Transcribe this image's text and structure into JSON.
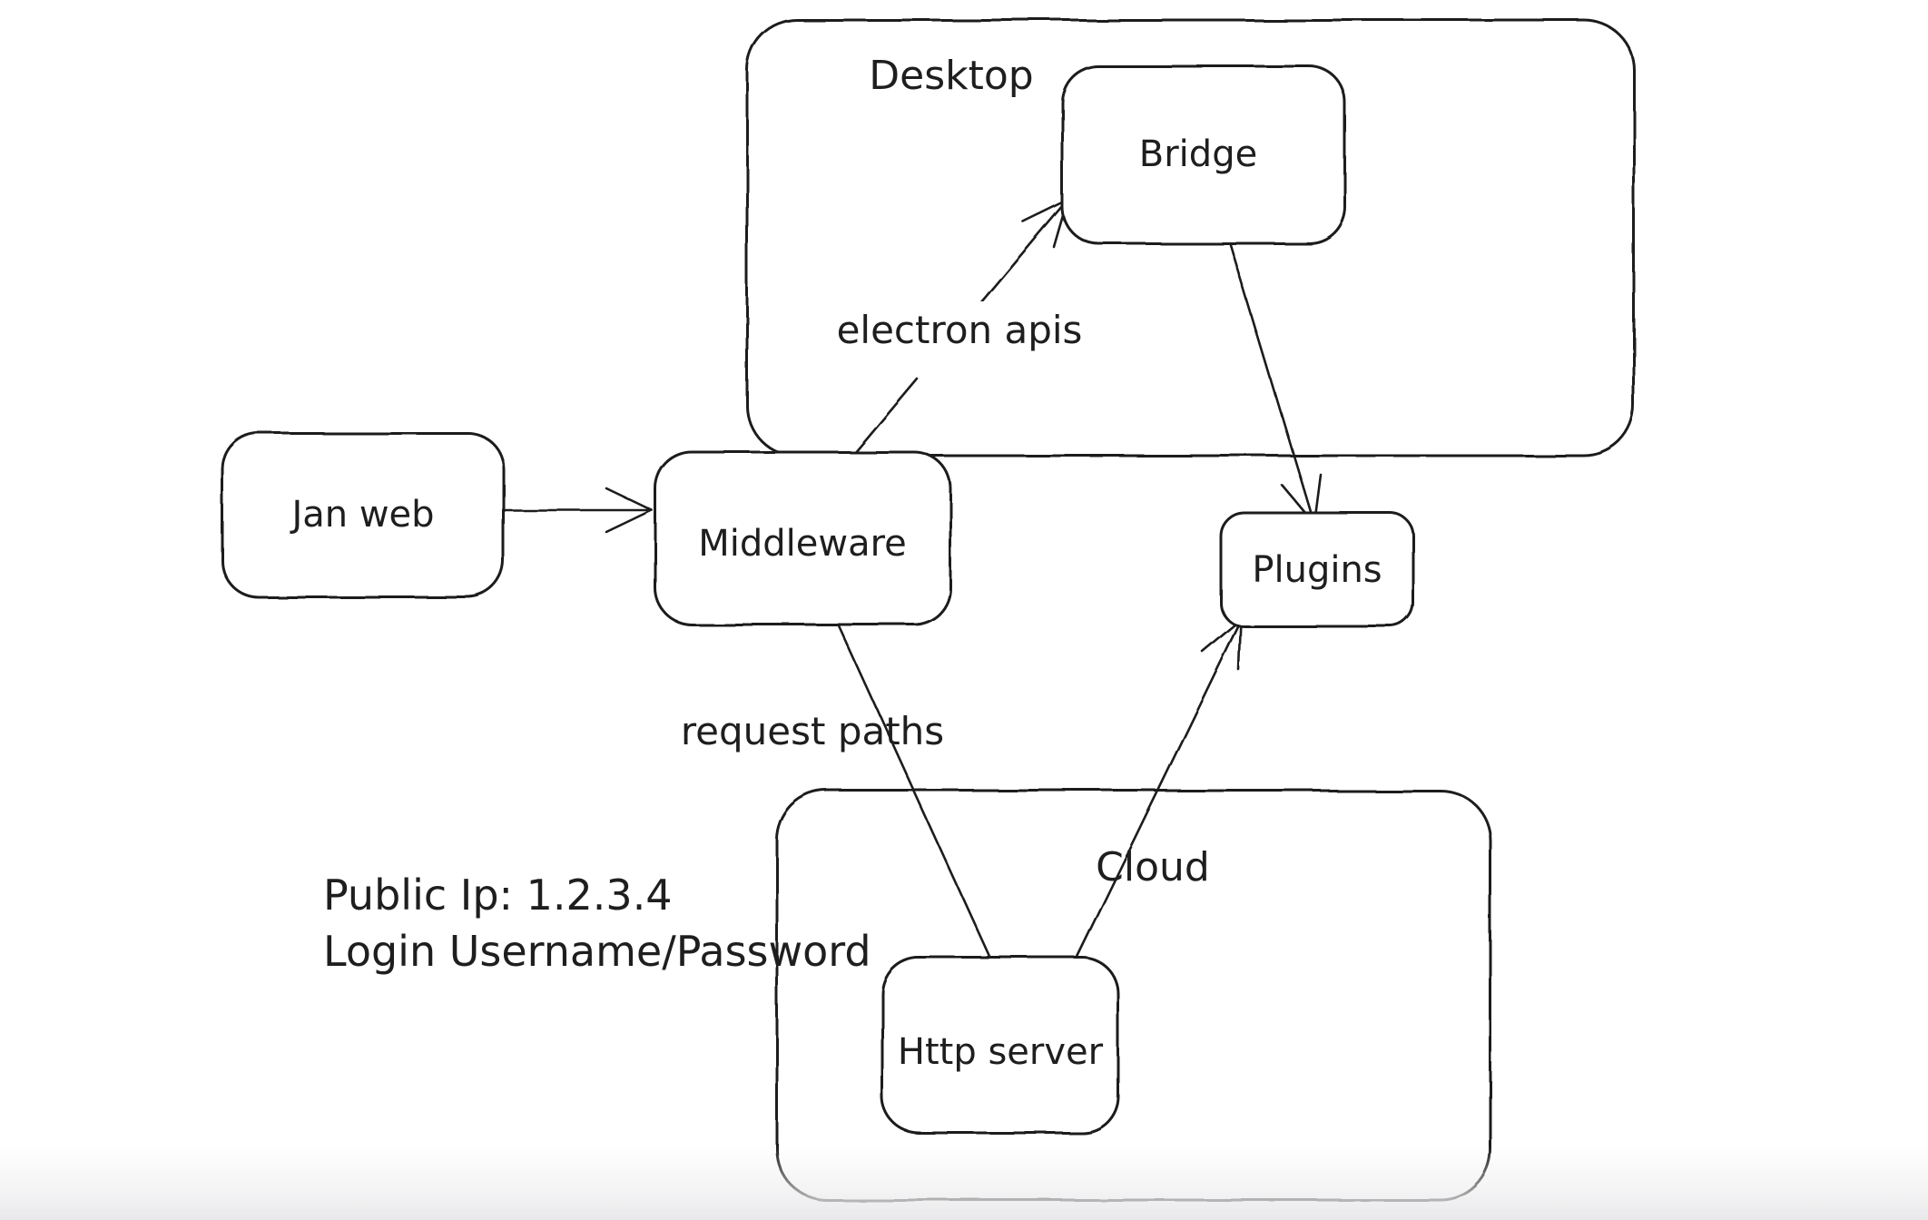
{
  "diagram": {
    "colors": {
      "background": "#ffffff",
      "stroke": "#1e1e1e",
      "node_fill": "#ffffff",
      "bottom_fade": "#ececee"
    },
    "containers": {
      "desktop": {
        "label": "Desktop"
      },
      "cloud": {
        "label": "Cloud"
      }
    },
    "nodes": {
      "jan_web": {
        "label": "Jan web"
      },
      "middleware": {
        "label": "Middleware"
      },
      "bridge": {
        "label": "Bridge"
      },
      "plugins": {
        "label": "Plugins"
      },
      "http_server": {
        "label": "Http server"
      }
    },
    "edges": [
      {
        "from": "Jan web",
        "to": "Middleware",
        "label": ""
      },
      {
        "from": "Middleware",
        "to": "Bridge",
        "label": "electron apis"
      },
      {
        "from": "Bridge",
        "to": "Plugins",
        "label": ""
      },
      {
        "from": "Middleware",
        "to": "Http server",
        "label": "request paths"
      },
      {
        "from": "Http server",
        "to": "Plugins",
        "label": ""
      }
    ],
    "annotations": {
      "public_ip": "Public Ip: 1.2.3.4",
      "login": "Login Username/Password"
    }
  }
}
